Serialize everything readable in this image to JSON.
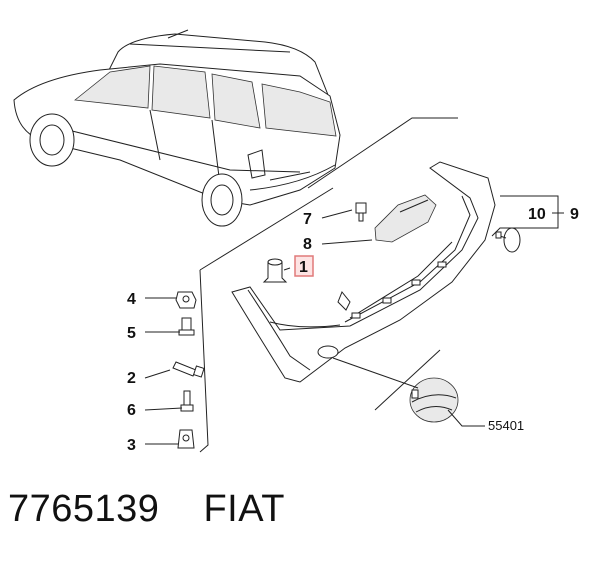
{
  "callouts": {
    "c1": "1",
    "c2": "2",
    "c3": "3",
    "c4": "4",
    "c5": "5",
    "c6": "6",
    "c7": "7",
    "c8": "8",
    "c9": "9",
    "c10": "10",
    "c55401": "55401"
  },
  "caption": {
    "part_number": "7765139",
    "brand": "FIAT"
  },
  "colors": {
    "highlight": "#e07a7a"
  }
}
